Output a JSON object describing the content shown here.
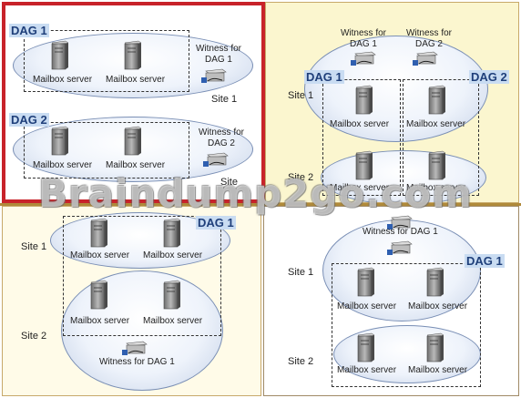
{
  "panel_top_left": {
    "dag1": {
      "label": "DAG 1",
      "server_left": "Mailbox server",
      "server_right": "Mailbox server",
      "witness": "Witness for\nDAG 1",
      "site": "Site 1"
    },
    "dag2": {
      "label": "DAG 2",
      "server_left": "Mailbox server",
      "server_right": "Mailbox server",
      "witness": "Witness for\nDAG 2",
      "site": "Site"
    }
  },
  "panel_top_right": {
    "witness1": "Witness for\nDAG 1",
    "witness2": "Witness for\nDAG 2",
    "dag1_label": "DAG 1",
    "dag2_label": "DAG 2",
    "site1": "Site 1",
    "site2": "Site 2",
    "servers": [
      "Mailbox server",
      "Mailbox server",
      "Mailbox server",
      "Mailbox server"
    ]
  },
  "panel_bottom_left": {
    "dag_label": "DAG 1",
    "site1": "Site 1",
    "site2": "Site 2",
    "servers": [
      "Mailbox server",
      "Mailbox server",
      "Mailbox server",
      "Mailbox server"
    ],
    "witness": "Witness for DAG 1"
  },
  "panel_bottom_right": {
    "witness": "Witness for DAG 1",
    "dag_label": "DAG 1",
    "site1": "Site 1",
    "site2": "Site 2",
    "servers": [
      "Mailbox server",
      "Mailbox server",
      "Mailbox server",
      "Mailbox server"
    ]
  },
  "watermark": "Braindump2go.com",
  "colors": {
    "highlight_border": "#c8232a",
    "dag_label": "#1f3f7a",
    "cream": "#fbf6cf",
    "divider": "#b08a3a"
  }
}
